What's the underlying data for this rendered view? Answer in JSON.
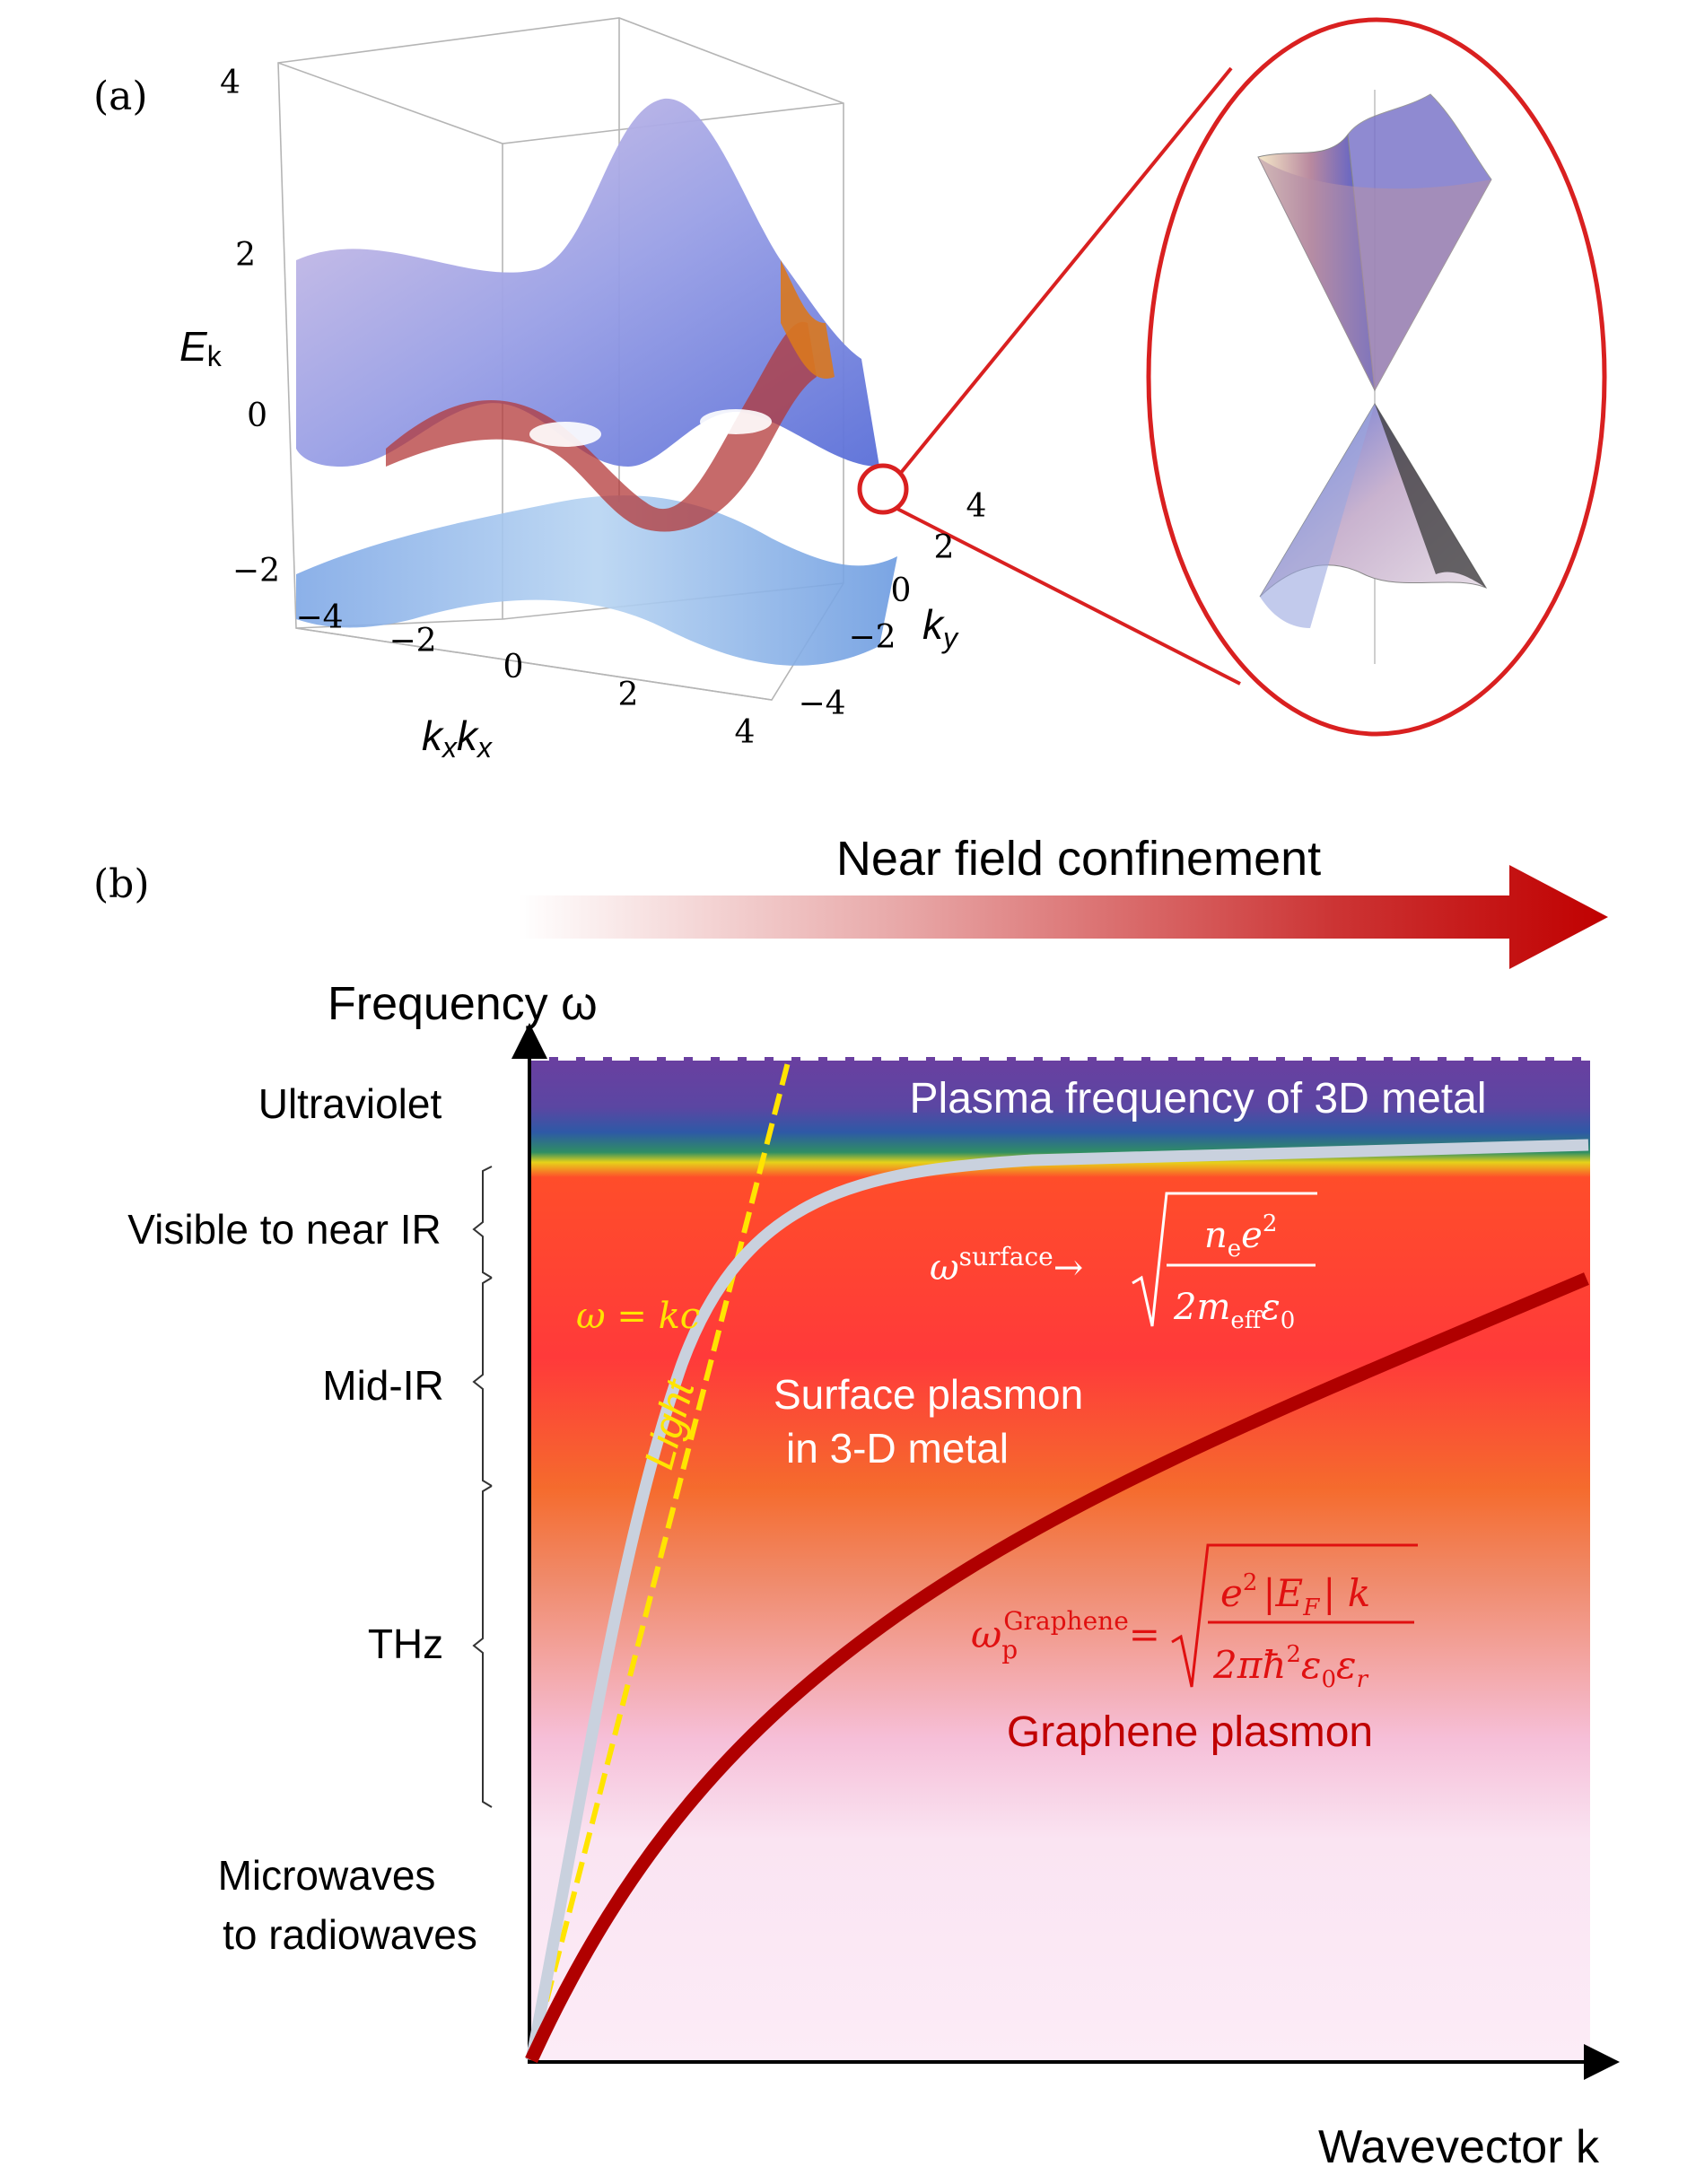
{
  "panel_a": {
    "label": "(a)",
    "z_axis_label": "E",
    "z_axis_label_sub": "k",
    "x_axis_label_1": "k",
    "x_axis_label_1_sub": "x",
    "x_axis_label_2": "k",
    "x_axis_label_2_sub": "x",
    "y_axis_label": "k",
    "y_axis_label_sub": "y",
    "z_ticks": [
      "4",
      "2",
      "0",
      "−2"
    ],
    "x_ticks": [
      "−4",
      "−2",
      "0",
      "2",
      "4"
    ],
    "y_ticks": [
      "4",
      "2",
      "0",
      "−2",
      "−4"
    ]
  },
  "panel_b": {
    "label": "(b)",
    "arrow_label": "Near field confinement",
    "y_axis_title": "Frequency ω",
    "x_axis_title": "Wavevector k",
    "bands": [
      "Ultraviolet",
      "Visible to near IR",
      "Mid-IR",
      "THz",
      "Microwaves",
      "to radiowaves"
    ],
    "plasma_label": "Plasma frequency of 3D metal",
    "light_eq": "ω = kc",
    "light_label": "Light",
    "surface_label_1": "Surface plasmon",
    "surface_label_2": "in 3-D metal",
    "surface_eq": {
      "omega": "ω",
      "sup": "surface",
      "arrow": "→",
      "num": "n",
      "num_sub": "e",
      "num_e": "e",
      "num_sup": "2",
      "den": "2m",
      "den_sub": "eff",
      "den_eps": "ε",
      "den_eps_sub": "0"
    },
    "graphene_eq": {
      "omega": "ω",
      "sub": "p",
      "sup": "Graphene",
      "equals": "=",
      "num_e": "e",
      "num_sup": "2",
      "num_rest": "|E",
      "num_rest_sub": "F",
      "num_k": "| k",
      "den": "2πħ",
      "den_sup": "2",
      "den_eps": "ε",
      "den_eps_sub0": "0",
      "den_eps2": "ε",
      "den_eps_subr": "r"
    },
    "graphene_label": "Graphene plasmon",
    "colors": {
      "light_line": "#ffe400",
      "surface_curve": "#c9d1de",
      "graphene_curve": "#b00000",
      "plasma_line": "#ffffff",
      "arrow_end": "#c00000",
      "eq_text": "#e01010"
    }
  }
}
